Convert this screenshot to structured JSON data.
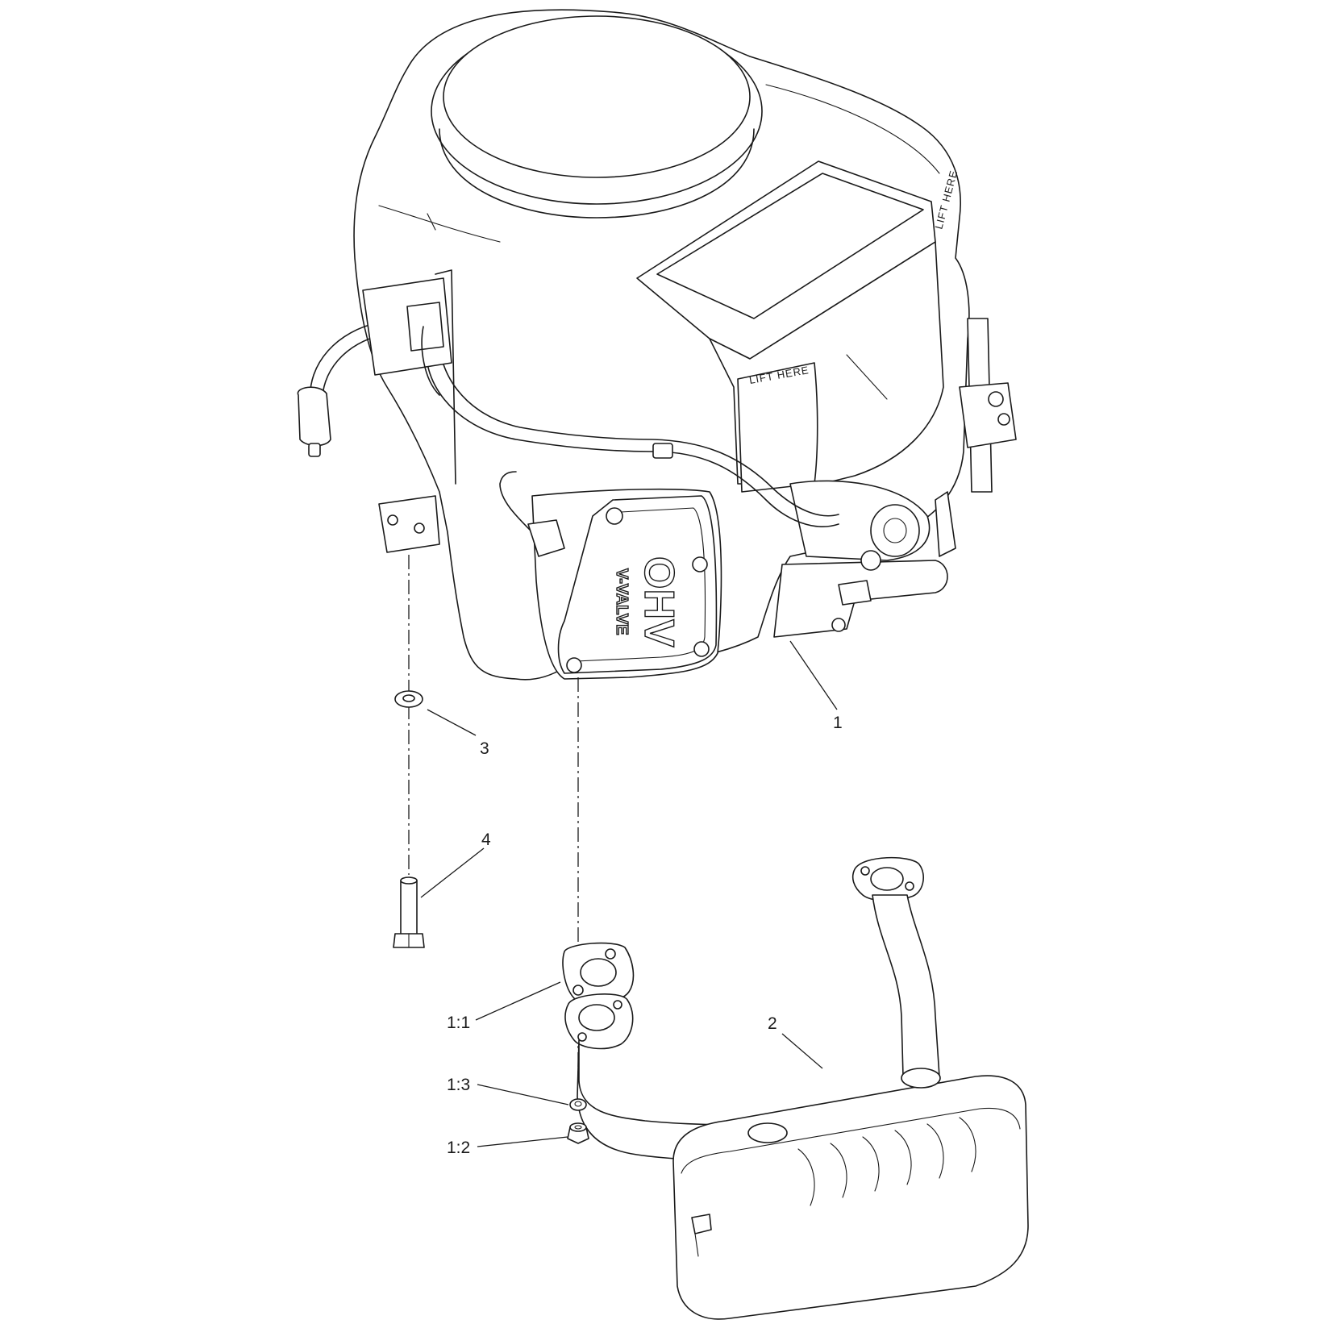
{
  "callouts": {
    "engine": "1",
    "muffler": "2",
    "washer": "3",
    "bolt": "4",
    "gasket": "1:1",
    "nut": "1:2",
    "lock_washer": "1:3"
  },
  "engine_markings": {
    "valve_cover_brand": "OHV",
    "valve_cover_sub": "V-VALVE",
    "lift_decal_front": "LIFT HERE",
    "lift_decal_side": "LIFT HERE"
  }
}
